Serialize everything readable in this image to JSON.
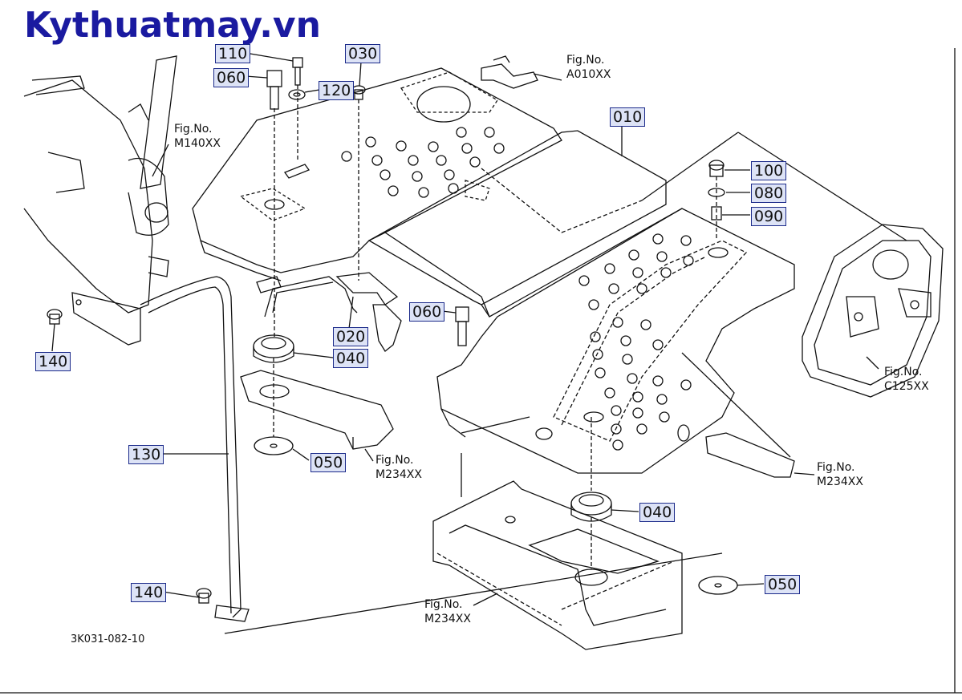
{
  "watermark": "Kythuatmay.vn",
  "drawing_code": "3K031-082-10",
  "callouts": {
    "c110": "110",
    "c030": "030",
    "c060a": "060",
    "c120": "120",
    "c010": "010",
    "c100": "100",
    "c080": "080",
    "c090": "090",
    "c140a": "140",
    "c020": "020",
    "c040a": "040",
    "c060b": "060",
    "c130": "130",
    "c050a": "050",
    "c040b": "040",
    "c050b": "050",
    "c140b": "140"
  },
  "figs": {
    "m140": {
      "label": "Fig.No.",
      "code": "M140XX"
    },
    "a010": {
      "label": "Fig.No.",
      "code": "A010XX"
    },
    "c125": {
      "label": "Fig.No.",
      "code": "C125XX"
    },
    "m234a": {
      "label": "Fig.No.",
      "code": "M234XX"
    },
    "m234b": {
      "label": "Fig.No.",
      "code": "M234XX"
    },
    "m234c": {
      "label": "Fig.No.",
      "code": "M234XX"
    }
  }
}
